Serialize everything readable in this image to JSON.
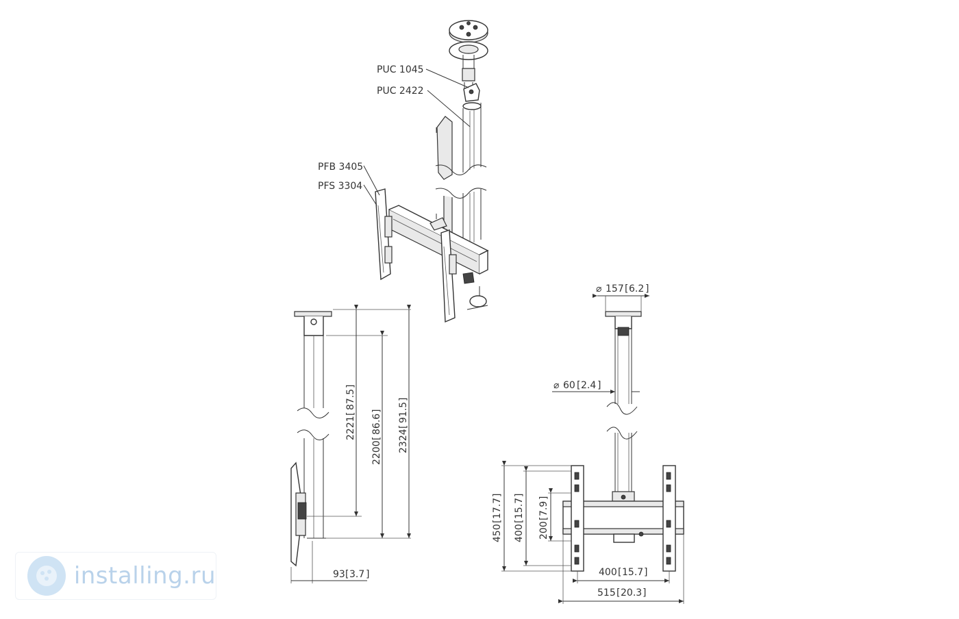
{
  "parts": {
    "puc1045": "PUC 1045",
    "puc2422": "PUC 2422",
    "pfb3405": "PFB 3405",
    "pfs3304": "PFS 3304"
  },
  "dims_side": {
    "d2221": "2221",
    "d2221_in": "87.5",
    "d2200": "2200",
    "d2200_in": "86.6",
    "d2324": "2324",
    "d2324_in": "91.5",
    "d93": "93",
    "d93_in": "3.7"
  },
  "dims_front": {
    "d157": "157",
    "d157_in": "6.2",
    "d60": "60",
    "d60_in": "2.4",
    "d450": "450",
    "d450_in": "17.7",
    "d400v": "400",
    "d400v_in": "15.7",
    "d200": "200",
    "d200_in": "7.9",
    "d400h": "400",
    "d400h_in": "15.7",
    "d515": "515",
    "d515_in": "20.3"
  },
  "watermark": {
    "text": "installing.ru",
    "logo_icon": "installing-logo-icon",
    "color": "#b9d2ea"
  }
}
